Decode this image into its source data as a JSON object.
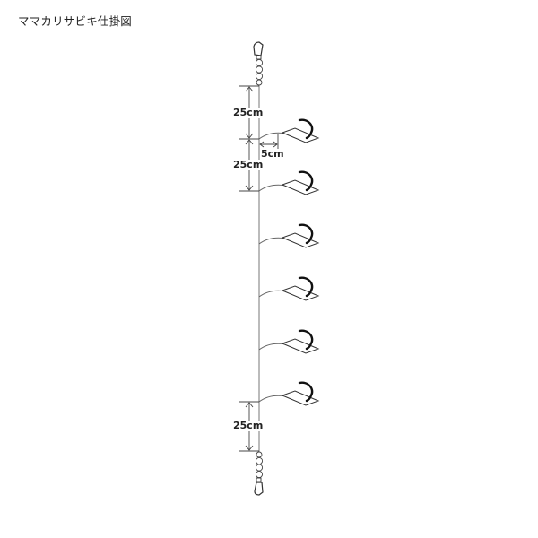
{
  "title": "ママカリサビキ仕掛図",
  "diagram": {
    "type": "sabiki rig diagram",
    "hook_count": 6,
    "dimensions": {
      "top_to_first_branch": "25cm",
      "branch_spacing": "25cm",
      "branch_length": "5cm",
      "last_branch_to_bottom": "25cm"
    }
  },
  "labels": {
    "dim_top": "25cm",
    "dim_spacing": "25cm",
    "dim_branch": "5cm",
    "dim_bottom": "25cm"
  },
  "colors": {
    "line": "#777777",
    "ink": "#222222",
    "background": "#ffffff"
  }
}
